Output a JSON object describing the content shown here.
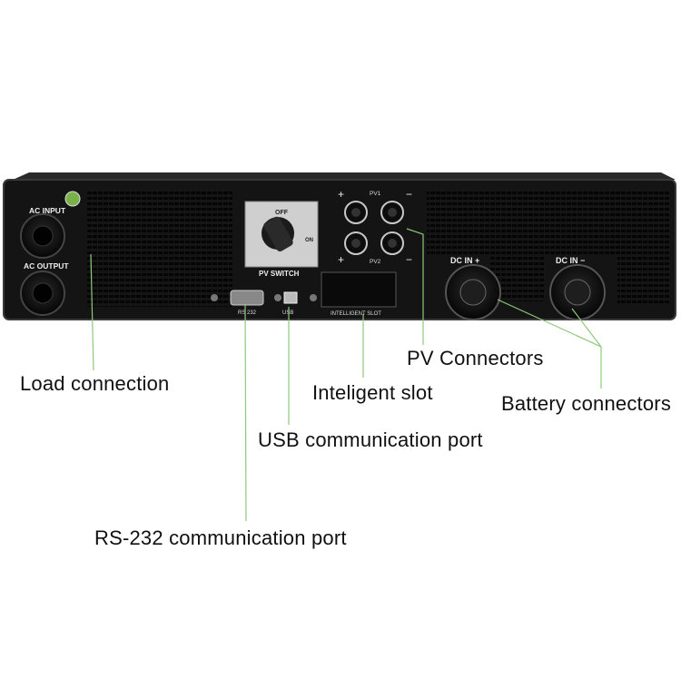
{
  "device": {
    "ac_input_label": "AC INPUT",
    "ac_output_label": "AC OUTPUT",
    "pv_switch_label": "PV SWITCH",
    "off_label": "OFF",
    "on_label": "ON",
    "pv1_label": "PV1",
    "pv2_label": "PV2",
    "rs232_label": "RS 232",
    "usb_label": "USB",
    "intelligent_slot_label": "INTELLIGENT SLOT",
    "dc_in_plus_label": "DC IN +",
    "dc_in_minus_label": "DC IN −",
    "plus_sign": "+",
    "minus_sign": "−",
    "body_color": "#141414",
    "line_color": "#8cc97a"
  },
  "callouts": {
    "load_connection": "Load connection",
    "pv_connectors": "PV Connectors",
    "inteligent_slot": "Inteligent slot",
    "battery_connectors": "Battery connectors",
    "usb_port": "USB communication port",
    "rs232_port": "RS-232 communication port"
  }
}
